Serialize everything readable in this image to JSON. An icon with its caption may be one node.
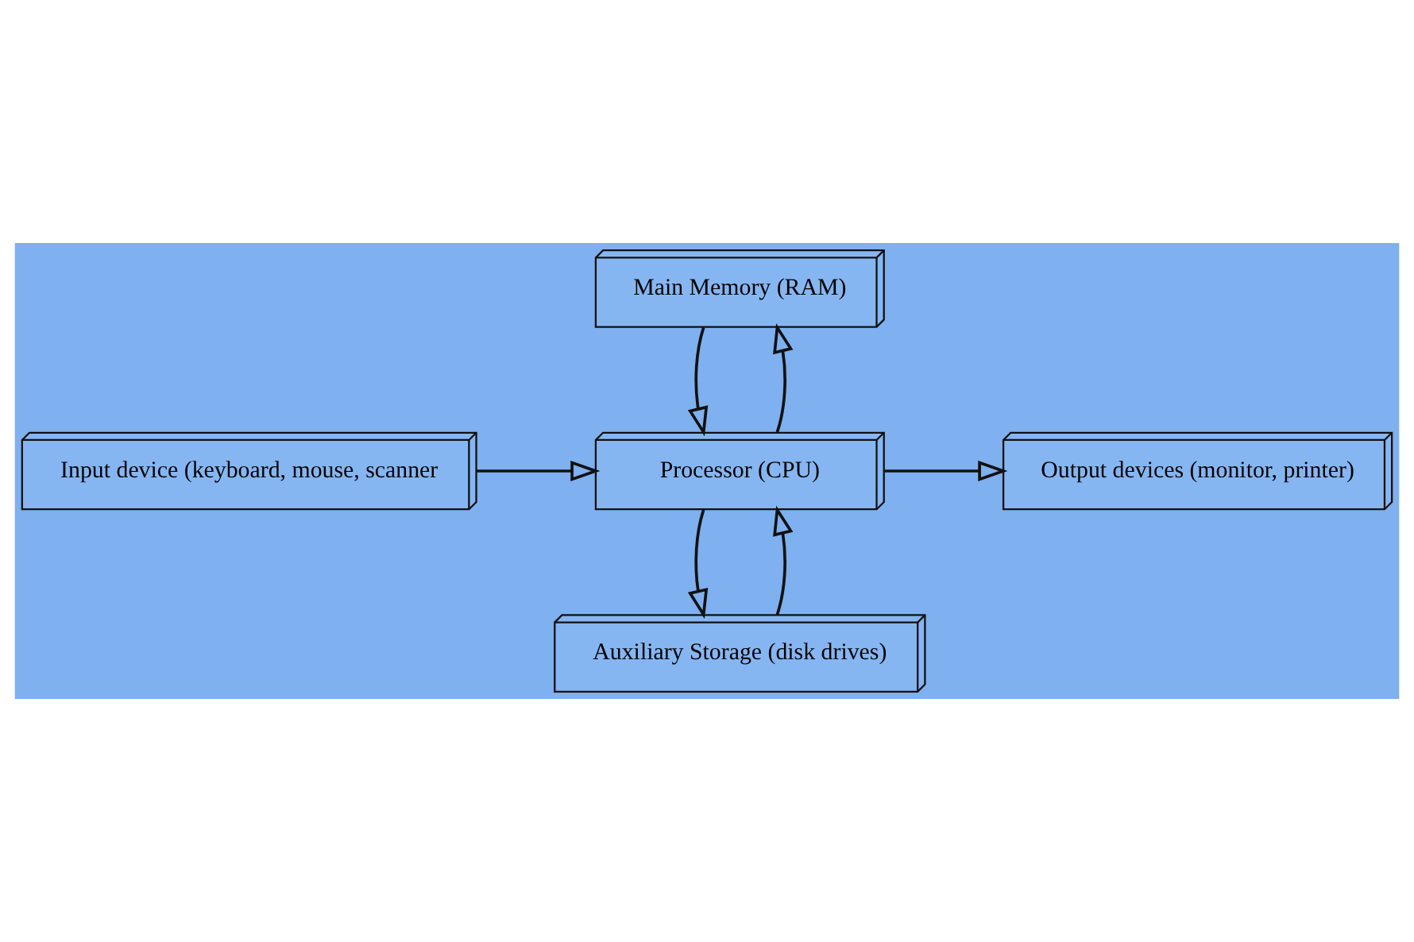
{
  "diagram": {
    "nodes": [
      {
        "text": [
          "Main Memory (RAM)"
        ]
      },
      {
        "text": [
          "Input device (keyboard, mouse, scanner"
        ]
      },
      {
        "text": [
          "Processor (CPU)"
        ]
      },
      {
        "text": [
          "Output devices (monitor, printer)"
        ]
      },
      {
        "text": [
          "Auxiliary Storage (disk drives)"
        ]
      }
    ],
    "edges": [
      {
        "from": 2,
        "to": 0,
        "arrow": "to"
      },
      {
        "from": 0,
        "to": 2,
        "arrow": "to"
      },
      {
        "from": 1,
        "to": 2,
        "arrow": "to"
      },
      {
        "from": 2,
        "to": 3,
        "arrow": "to"
      },
      {
        "from": 4,
        "to": 2,
        "arrow": "to"
      },
      {
        "from": 2,
        "to": 4,
        "arrow": "to"
      }
    ]
  }
}
